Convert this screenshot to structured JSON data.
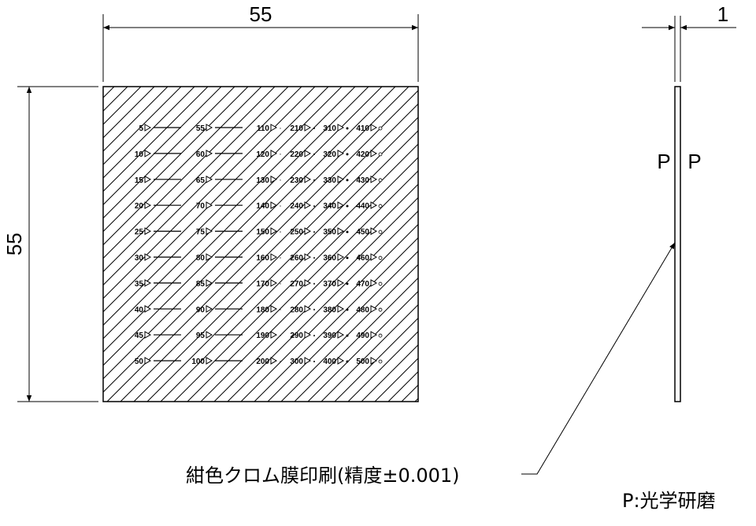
{
  "dimensions": {
    "width": "55",
    "height": "55",
    "thickness": "1"
  },
  "side_view": {
    "left_face": "P",
    "right_face": "P"
  },
  "note": "紺色クロム膜印刷(精度±0.001)",
  "legend": "P:光学研磨",
  "grid": {
    "columns": [
      {
        "labels": [
          "5",
          "10",
          "15",
          "20",
          "25",
          "30",
          "35",
          "40",
          "45",
          "50"
        ],
        "mark": "line"
      },
      {
        "labels": [
          "55",
          "60",
          "65",
          "70",
          "75",
          "80",
          "85",
          "90",
          "95",
          "100"
        ],
        "mark": "line"
      },
      {
        "labels": [
          "110",
          "120",
          "130",
          "140",
          "150",
          "160",
          "170",
          "180",
          "190",
          "200"
        ],
        "mark": "tiny-dot"
      },
      {
        "labels": [
          "210",
          "220",
          "230",
          "240",
          "250",
          "260",
          "270",
          "280",
          "290",
          "300"
        ],
        "mark": "small-dot"
      },
      {
        "labels": [
          "310",
          "320",
          "330",
          "340",
          "350",
          "360",
          "370",
          "380",
          "390",
          "400"
        ],
        "mark": "dot"
      },
      {
        "labels": [
          "410",
          "420",
          "430",
          "440",
          "450",
          "460",
          "470",
          "480",
          "490",
          "500"
        ],
        "mark": "circle"
      }
    ]
  }
}
